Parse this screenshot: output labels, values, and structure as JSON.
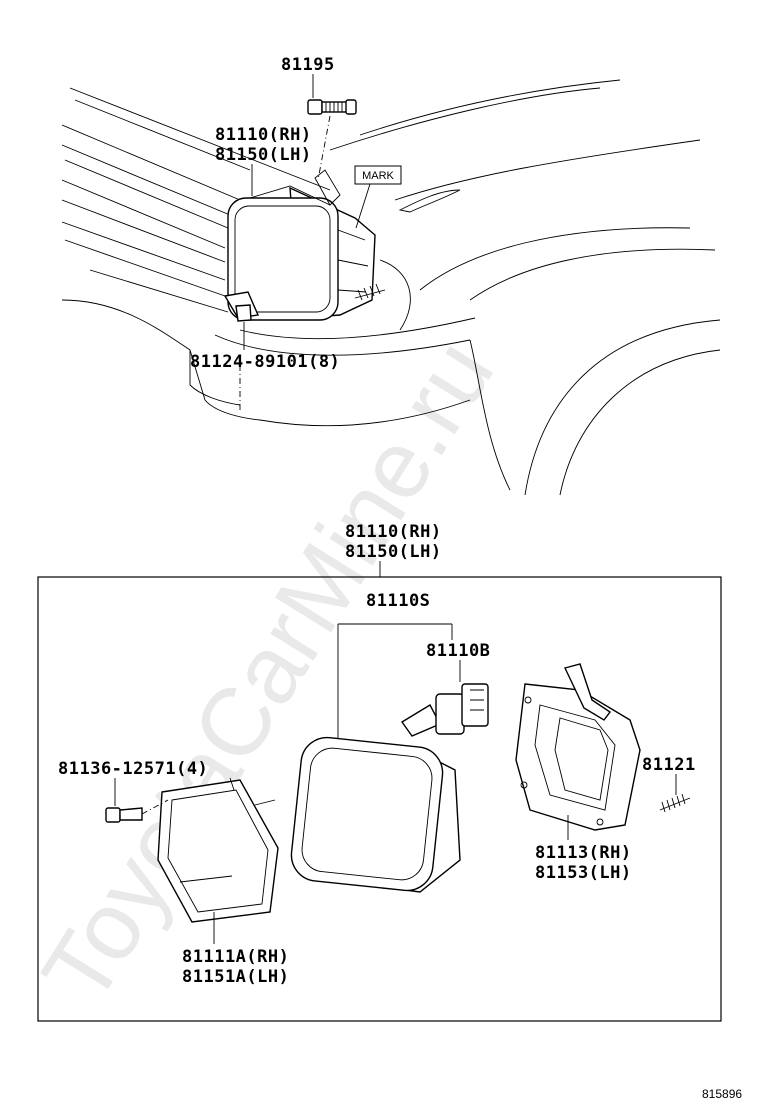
{
  "watermark": "ToyotaCarMine.ru",
  "diagram_ref": "815896",
  "vehicle_view": {
    "bolt_label": "81195",
    "lamp_rh": "81110(RH)",
    "lamp_lh": "81150(LH)",
    "mark_label": "MARK",
    "clip_label": "81124-89101(8)"
  },
  "exploded_view": {
    "assembly_rh": "81110(RH)",
    "assembly_lh": "81150(LH)",
    "sealed_beam": "81110S",
    "bulb": "81110B",
    "screw": "81136-12571(4)",
    "spring": "81121",
    "housing_rh": "81113(RH)",
    "housing_lh": "81153(LH)",
    "rim_rh": "81111A(RH)",
    "rim_lh": "81151A(LH)"
  }
}
